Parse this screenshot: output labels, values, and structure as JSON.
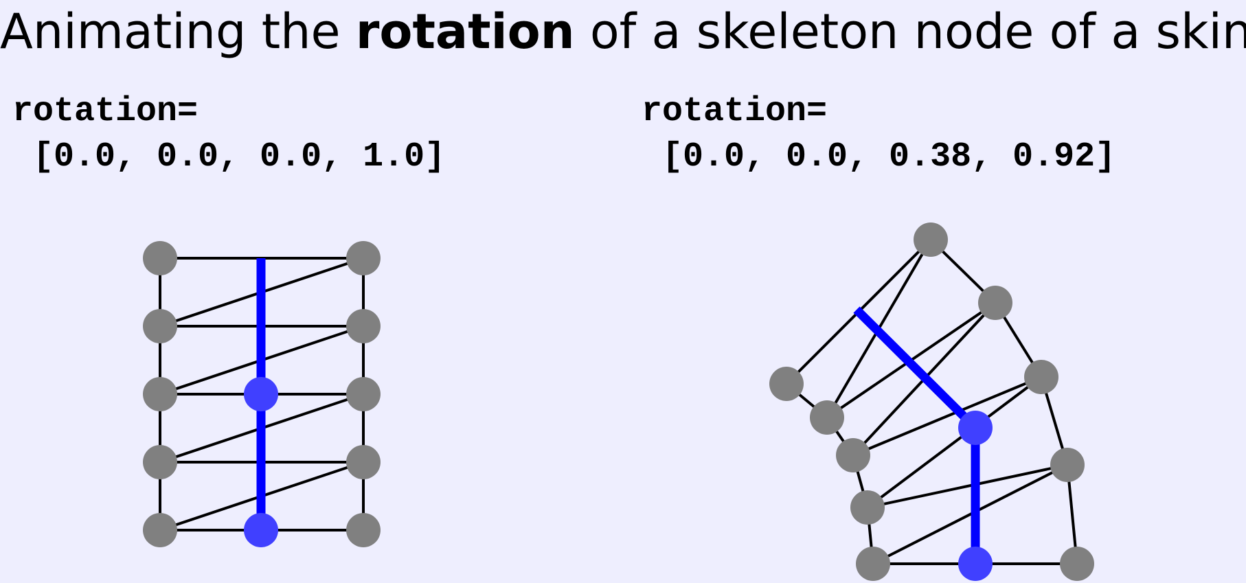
{
  "title": {
    "prefix": "Animating the ",
    "emphasis": "rotation",
    "suffix": " of a skeleton node of a skin:"
  },
  "panels": [
    {
      "label": "rotation=",
      "value": " [0.0, 0.0, 0.0, 1.0]",
      "quaternion": [
        0.0,
        0.0,
        0.0,
        1.0
      ]
    },
    {
      "label": "rotation=",
      "value": " [0.0, 0.0, 0.38, 0.92]",
      "quaternion": [
        0.0,
        0.0,
        0.38,
        0.92
      ]
    }
  ],
  "colors": {
    "background": "#eeeefe",
    "vertex": "#808080",
    "joint": "#4040ff",
    "bone": "#0000ff",
    "edge": "#000000"
  }
}
